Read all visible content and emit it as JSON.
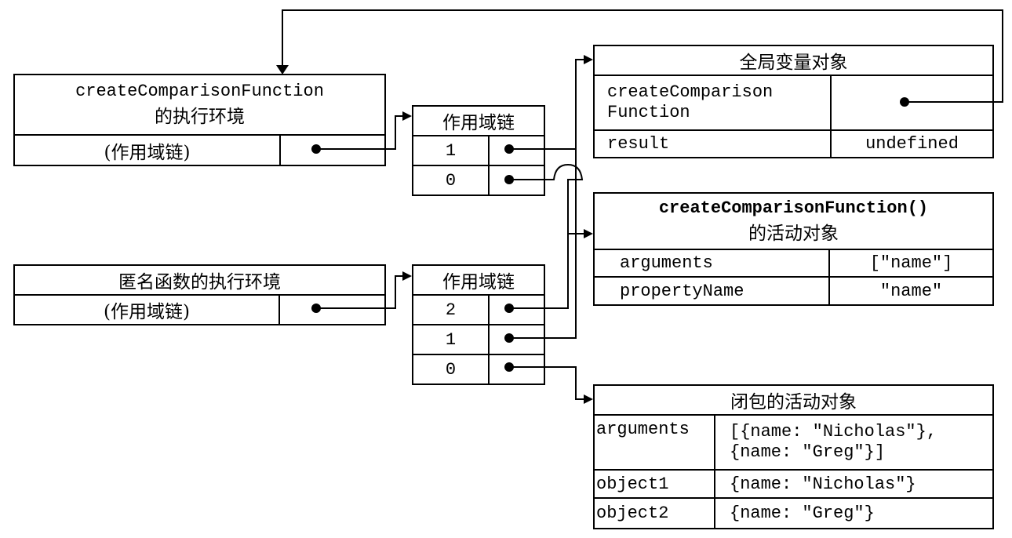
{
  "exec_create": {
    "title_code": "createComparisonFunction",
    "title_text": "的执行环境",
    "scope_label": "(作用域链)"
  },
  "exec_anon": {
    "title": "匿名函数的执行环境",
    "scope_label": "(作用域链)"
  },
  "scope_chain_create": {
    "title": "作用域链",
    "indices": [
      "1",
      "0"
    ]
  },
  "scope_chain_anon": {
    "title": "作用域链",
    "indices": [
      "2",
      "1",
      "0"
    ]
  },
  "global_vo": {
    "title": "全局变量对象",
    "rows": [
      {
        "name_line1": "createComparison",
        "name_line2": "Function",
        "value": ""
      },
      {
        "name": "result",
        "value": "undefined"
      }
    ]
  },
  "create_ao": {
    "title_code": "createComparisonFunction()",
    "title_text": "的活动对象",
    "rows": [
      {
        "name": "arguments",
        "value": "[\"name\"]"
      },
      {
        "name": "propertyName",
        "value": "\"name\""
      }
    ]
  },
  "closure_ao": {
    "title": "闭包的活动对象",
    "rows": [
      {
        "name": "arguments",
        "value_line1": "[{name: \"Nicholas\"},",
        "value_line2": "{name: \"Greg\"}]"
      },
      {
        "name": "object1",
        "value": "{name: \"Nicholas\"}"
      },
      {
        "name": "object2",
        "value": "{name: \"Greg\"}"
      }
    ]
  }
}
